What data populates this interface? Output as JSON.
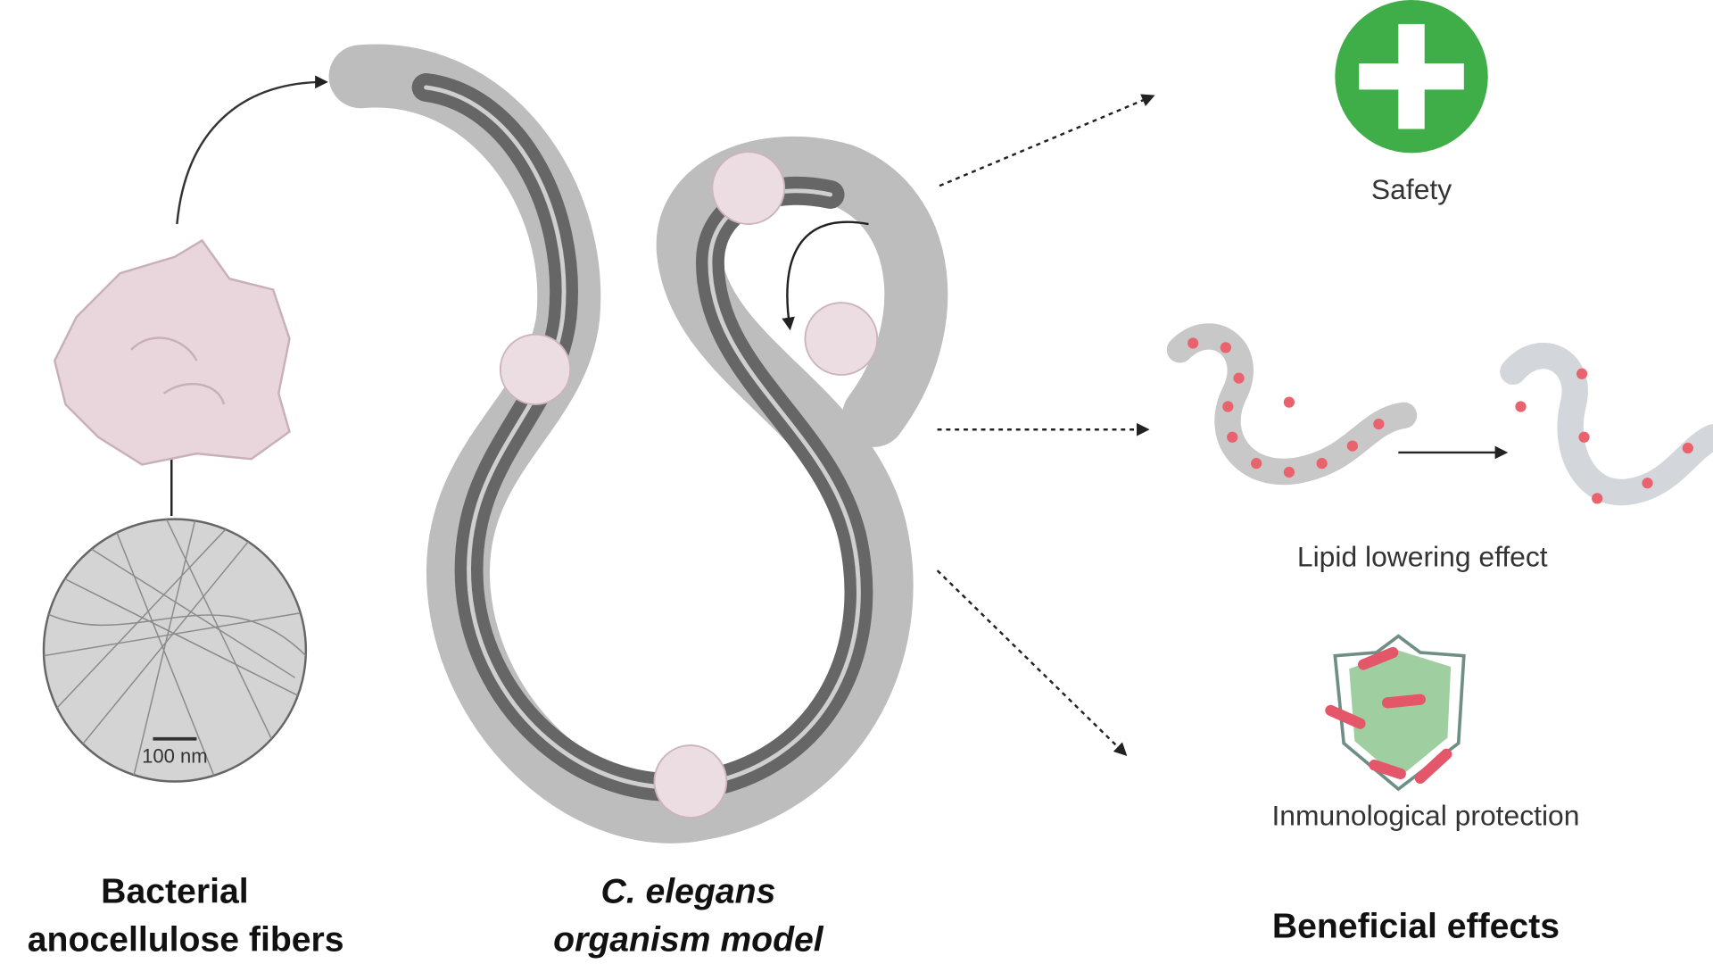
{
  "left": {
    "scale_bar": "100 nm",
    "title_line1": "Bacterial",
    "title_line2": "anocellulose fibers"
  },
  "center": {
    "title_line1": "C. elegans",
    "title_line2": "organism model"
  },
  "right": {
    "safety": "Safety",
    "lipid": "Lipid lowering effect",
    "immuno": "Inmunological protection",
    "title": "Beneficial effects"
  },
  "colors": {
    "safety_green": "#3fae49",
    "particle_pink": "#e8d6dc",
    "worm_gray": "#bdbdbd",
    "worm_dark": "#666666",
    "lipid_red": "#e8636d",
    "shield_green": "#9fcfa0"
  }
}
